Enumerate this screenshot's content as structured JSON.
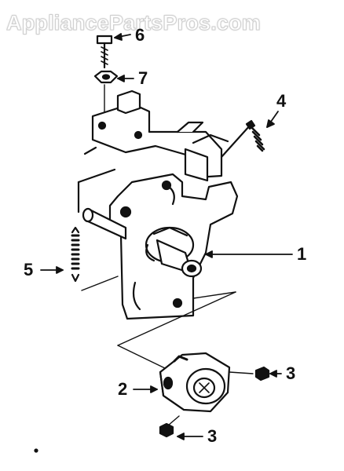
{
  "watermark": "AppliancePartsPros.com",
  "callouts": {
    "c1": "1",
    "c2": "2",
    "c3a": "3",
    "c3b": "3",
    "c4": "4",
    "c5": "5",
    "c6": "6",
    "c7": "7"
  }
}
